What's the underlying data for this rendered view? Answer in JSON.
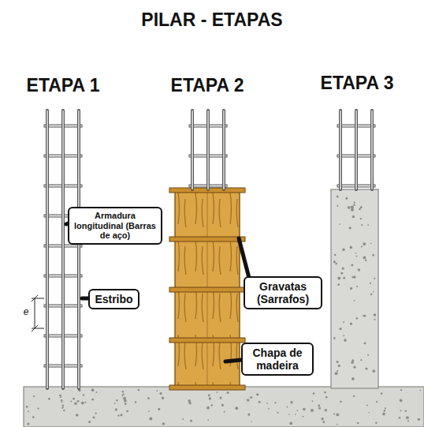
{
  "diagram": {
    "title": "PILAR - ETAPAS",
    "nodes": [
      {
        "text": [
          "Armadura longitudinal (Barras de aço)"
        ]
      },
      {
        "text": [
          "Estribo"
        ]
      },
      {
        "text": [
          "Gravatas (Sarrafos)"
        ]
      },
      {
        "text": [
          "Chapa de madeira"
        ]
      }
    ],
    "labels": [
      "ETAPA 1",
      "ETAPA 2",
      "ETAPA 3",
      "e"
    ]
  }
}
